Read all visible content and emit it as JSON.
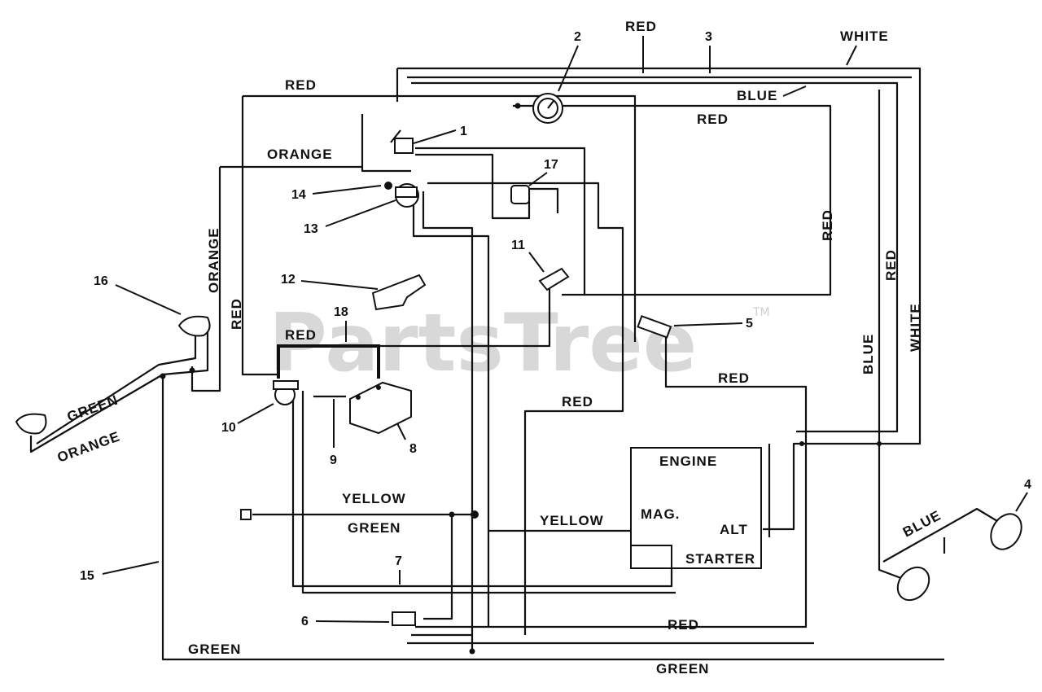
{
  "watermark": {
    "text": "PartsTree",
    "tm": "TM"
  },
  "wire_labels": {
    "red_top": "RED",
    "white_top": "WHITE",
    "red_left_top": "RED",
    "blue_top": "BLUE",
    "red_under_blue": "RED",
    "orange_top": "ORANGE",
    "orange_vertical": "ORANGE",
    "red_vertical_left": "RED",
    "red_vertical_right": "RED",
    "red_vertical_far": "RED",
    "white_vertical": "WHITE",
    "blue_vertical": "BLUE",
    "red_battery": "RED",
    "red_mid": "RED",
    "red_right": "RED",
    "green_left": "GREEN",
    "orange_left": "ORANGE",
    "yellow_left": "YELLOW",
    "green_mid": "GREEN",
    "yellow_mid": "YELLOW",
    "red_bottom": "RED",
    "green_bottom_left": "GREEN",
    "green_bottom": "GREEN",
    "blue_right": "BLUE"
  },
  "engine": {
    "title": "ENGINE",
    "mag": "MAG.",
    "alt": "ALT",
    "starter": "STARTER"
  },
  "callouts": [
    "1",
    "2",
    "3",
    "4",
    "5",
    "6",
    "7",
    "8",
    "9",
    "10",
    "11",
    "12",
    "13",
    "14",
    "15",
    "16",
    "17",
    "18"
  ]
}
